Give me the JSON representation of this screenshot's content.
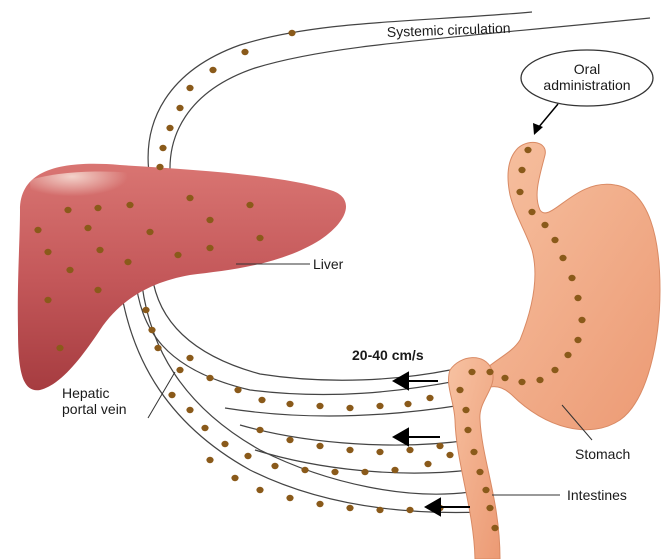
{
  "labels": {
    "systemic": "Systemic circulation",
    "oral_line1": "Oral",
    "oral_line2": "administration",
    "liver": "Liver",
    "hepatic_line1": "Hepatic",
    "hepatic_line2": "portal vein",
    "speed": "20-40 cm/s",
    "stomach": "Stomach",
    "intestines": "Intestines"
  },
  "colors": {
    "liver_fill": "#c4585a",
    "liver_dark": "#a63c40",
    "liver_highlight": "#e3a7a0",
    "stomach_fill": "#f4b08c",
    "stomach_edge": "#d98a64",
    "drug_particle": "#8a5a1a",
    "vessel_outline": "#444444"
  }
}
